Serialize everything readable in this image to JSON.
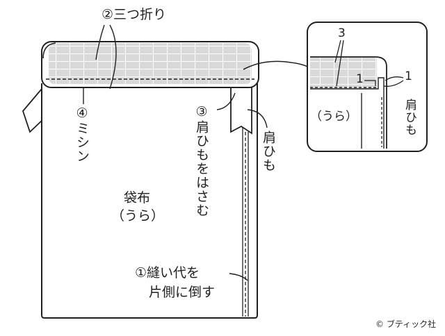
{
  "labels": {
    "step2": "②三つ折り",
    "step4": "④ミシン",
    "step3": "③肩ひもをはさむ",
    "strap_main": "肩ひも",
    "bag_fabric": "袋布",
    "bag_reverse": "（うら）",
    "step1_line1": "①縫い代を",
    "step1_line2": "片側に倒す",
    "detail_3": "3",
    "detail_1_left": "1",
    "detail_1_right": "1",
    "detail_reverse": "（うら）",
    "detail_strap": "肩ひも"
  },
  "copyright": "© ブティック社",
  "colors": {
    "line": "#231f20",
    "hem_fill": "#d9d9d9",
    "grid": "#ffffff"
  }
}
